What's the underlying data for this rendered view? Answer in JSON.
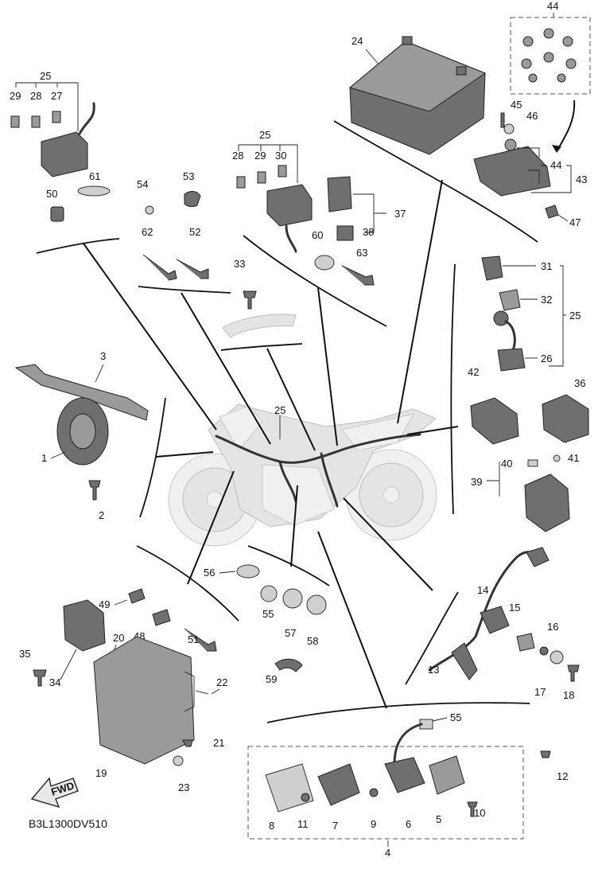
{
  "diagram_code": "B3L1300DV510",
  "fwd_label": "FWD",
  "labels": {
    "p1": "1",
    "p2": "2",
    "p3": "3",
    "p4": "4",
    "p5": "5",
    "p6": "6",
    "p7": "7",
    "p8": "8",
    "p9": "9",
    "p10": "10",
    "p11": "11",
    "p12": "12",
    "p13": "13",
    "p14": "14",
    "p15": "15",
    "p16": "16",
    "p17": "17",
    "p18": "18",
    "p19": "19",
    "p20": "20",
    "p21": "21",
    "p22": "22",
    "p23": "23",
    "p24": "24",
    "p25a": "25",
    "p25b": "25",
    "p25c": "25",
    "p25d": "25",
    "p26": "26",
    "p27": "27",
    "p28a": "28",
    "p28b": "28",
    "p29a": "29",
    "p29b": "29",
    "p30": "30",
    "p31": "31",
    "p32": "32",
    "p33": "33",
    "p34": "34",
    "p35": "35",
    "p36": "36",
    "p37": "37",
    "p38": "38",
    "p39": "39",
    "p40": "40",
    "p41": "41",
    "p42": "42",
    "p43": "43",
    "p44a": "44",
    "p44b": "44",
    "p45": "45",
    "p46": "46",
    "p47": "47",
    "p48": "48",
    "p49": "49",
    "p50": "50",
    "p51": "51",
    "p52": "52",
    "p53": "53",
    "p54": "54",
    "p55a": "55",
    "p55b": "55",
    "p56": "56",
    "p57": "57",
    "p58": "58",
    "p59": "59",
    "p60": "60",
    "p61": "61",
    "p62": "62",
    "p63": "63"
  }
}
